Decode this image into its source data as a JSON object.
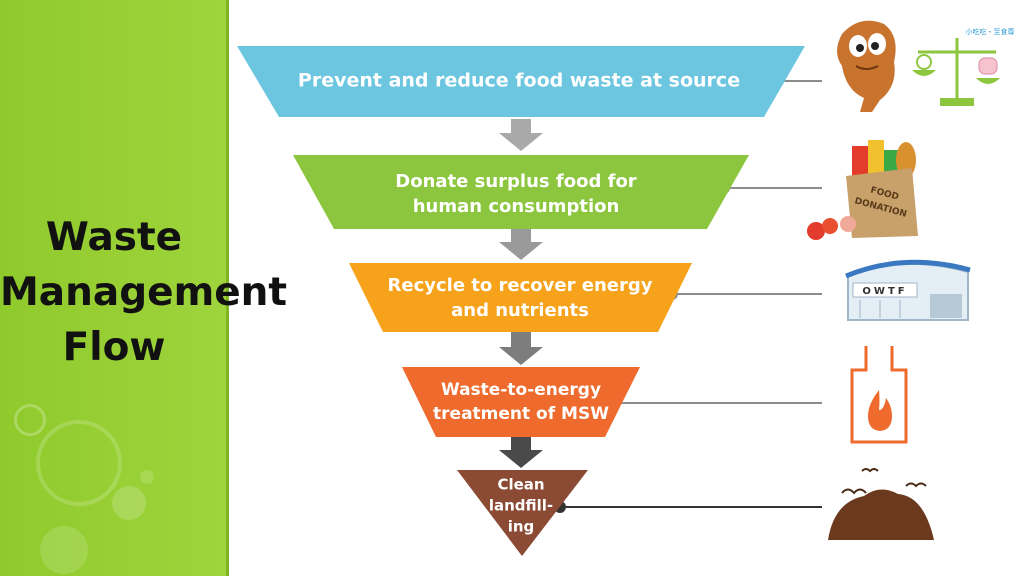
{
  "sidebar": {
    "title_lines": [
      "Waste",
      "Management",
      "Flow"
    ]
  },
  "flow": {
    "steps": [
      {
        "lines": [
          "Prevent and reduce food waste at source"
        ],
        "color": "#6cc6e0"
      },
      {
        "lines": [
          "Donate surplus food for",
          "human consumption"
        ],
        "color": "#8cc63f"
      },
      {
        "lines": [
          "Recycle to recover energy",
          "and nutrients"
        ],
        "color": "#f7a21b"
      },
      {
        "lines": [
          "Waste-to-energy",
          "treatment of MSW"
        ],
        "color": "#ee6a2d"
      },
      {
        "lines": [
          "Clean",
          "landfill-",
          "ing"
        ],
        "color": "#8b4a33"
      }
    ],
    "icons": [
      {
        "name": "waste-prevention-mascot-icon",
        "logo_text": "小吃吃・至食尊"
      },
      {
        "name": "food-donation-bag-icon",
        "text": [
          "FOOD",
          "DONATION"
        ]
      },
      {
        "name": "organic-waste-facility-icon",
        "text": "OWTF"
      },
      {
        "name": "incinerator-fire-icon"
      },
      {
        "name": "landfill-mound-icon"
      }
    ],
    "colors": {
      "arrow_light": "#a9a9a9",
      "arrow_dark": "#4a4a4a",
      "connector": "#8c8c8c"
    }
  }
}
